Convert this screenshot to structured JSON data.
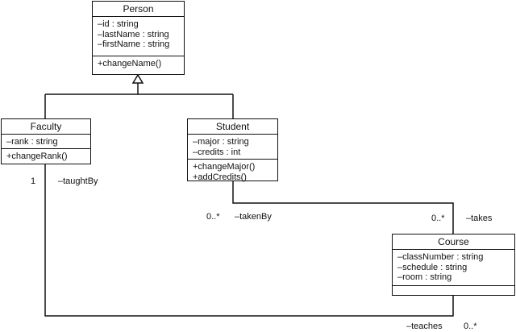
{
  "classes": {
    "person": {
      "name": "Person",
      "attributes": [
        "–id : string",
        "–lastName : string",
        "–firstName : string"
      ],
      "operations": [
        "+changeName()"
      ]
    },
    "faculty": {
      "name": "Faculty",
      "attributes": [
        "–rank : string"
      ],
      "operations": [
        "+changeRank()"
      ]
    },
    "student": {
      "name": "Student",
      "attributes": [
        "–major : string",
        "–credits : int"
      ],
      "operations": [
        "+changeMajor()",
        "+addCredits()"
      ]
    },
    "course": {
      "name": "Course",
      "attributes": [
        "–classNumber : string",
        "–schedule : string",
        "–room : string"
      ],
      "operations": []
    }
  },
  "associations": {
    "faculty_course": {
      "faculty_multiplicity": "1",
      "faculty_role": "–taughtBy",
      "course_role": "–teaches",
      "course_multiplicity": "0..*"
    },
    "student_course": {
      "student_multiplicity": "0..*",
      "student_role": "–takenBy",
      "course_multiplicity": "0..*",
      "course_role": "–takes"
    }
  }
}
